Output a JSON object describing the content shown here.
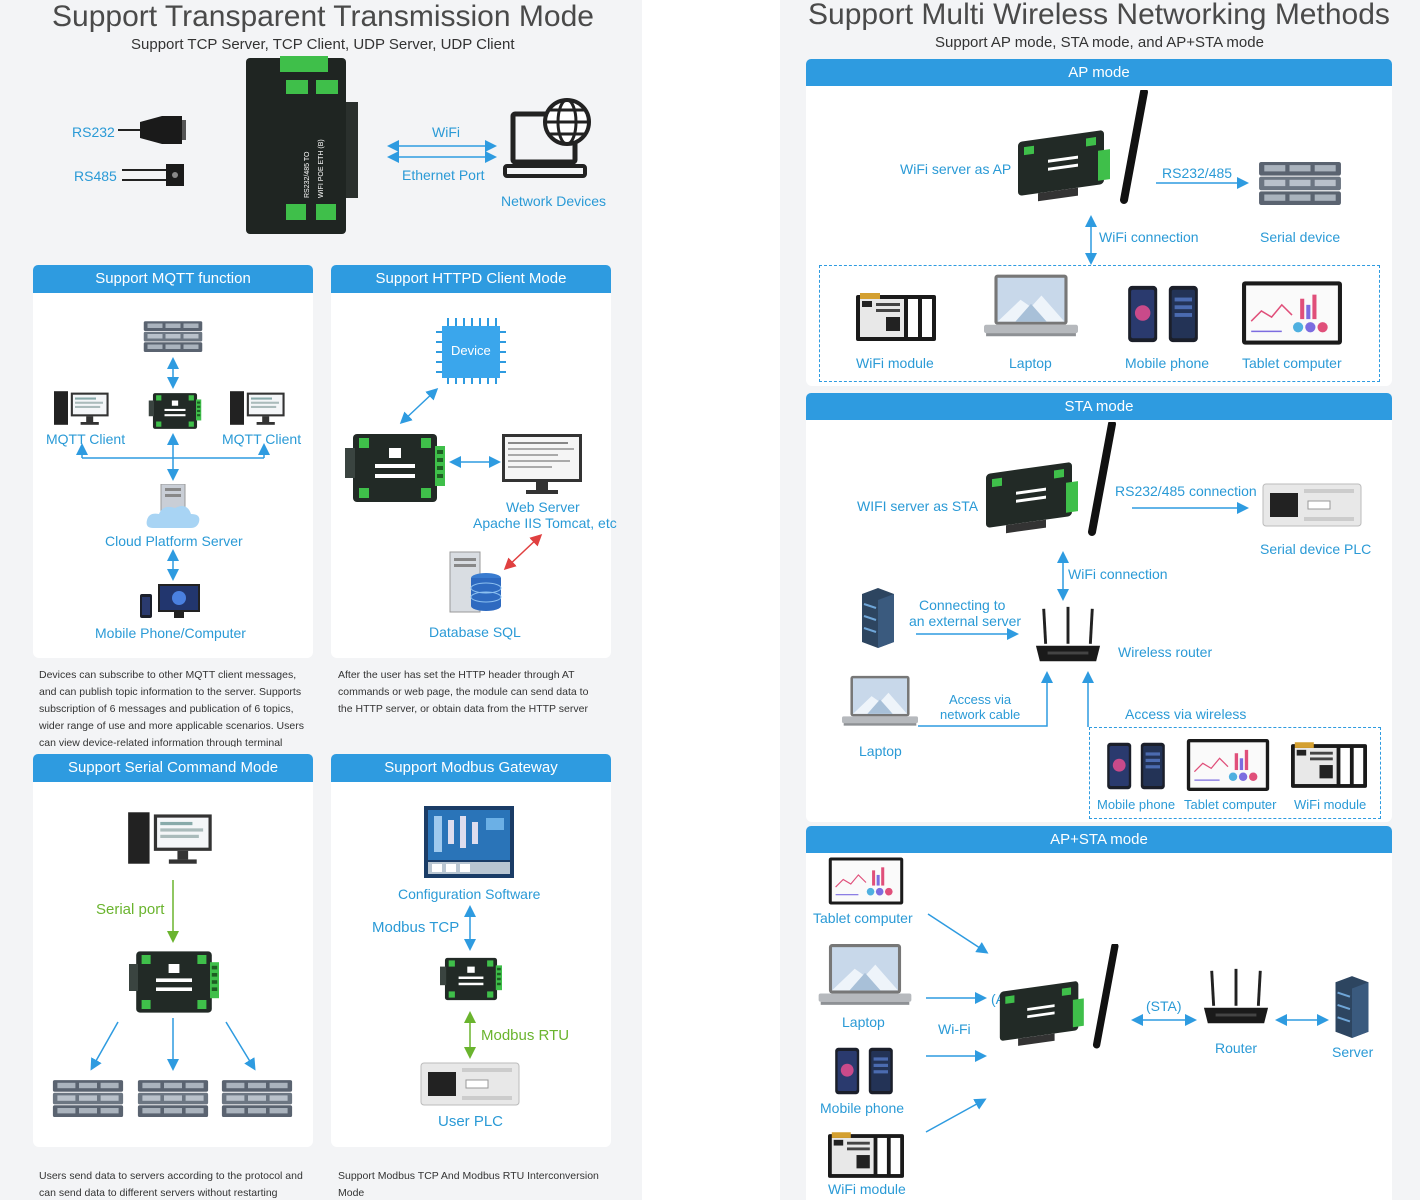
{
  "left": {
    "title": "Support Transparent Transmission Mode",
    "subtitle": "Support TCP Server, TCP Client, UDP Server, UDP Client",
    "rs232": "RS232",
    "rs485": "RS485",
    "wifi": "WiFi",
    "ethernet": "Ethernet Port",
    "network_devices": "Network Devices",
    "device_label_a": "RS232/485 TO",
    "device_label_b": "WIFI POE ETH (B)",
    "mqtt": {
      "title": "Support MQTT function",
      "client_left": "MQTT Client",
      "client_right": "MQTT Client",
      "cloud": "Cloud Platform Server",
      "mobile": "Mobile Phone/Computer",
      "desc": "Devices can subscribe to other MQTT client messages, and can publish topic information to the server. Supports subscription of 6 messages and publication of 6 topics, wider range of use and more applicable scenarios. Users can view device-related information through terminal"
    },
    "httpd": {
      "title": "Support HTTPD Client Mode",
      "device": "Device",
      "web_server": "Web Server",
      "web_server_sub": "Apache IIS Tomcat, etc",
      "database": "Database SQL",
      "desc": "After the user has set the HTTP header through AT commands or web page, the module can send data to the HTTP server, or obtain data from the HTTP server"
    },
    "serial": {
      "title": "Support Serial Command Mode",
      "serial_port": "Serial port",
      "desc": "Users send data to servers according to the protocol and can send data to different servers without restarting"
    },
    "modbus": {
      "title": "Support Modbus Gateway",
      "config": "Configuration Software",
      "tcp": "Modbus TCP",
      "rtu": "Modbus RTU",
      "plc": "User PLC",
      "desc": "Support Modbus TCP And Modbus RTU Interconversion Mode"
    }
  },
  "right": {
    "title": "Support Multi Wireless Networking Methods",
    "subtitle": "Support AP mode, STA mode, and AP+STA mode",
    "ap": {
      "title": "AP mode",
      "server": "WiFi server as AP",
      "rs": "RS232/485",
      "serial": "Serial device",
      "conn": "WiFi connection",
      "wifi_module": "WiFi module",
      "laptop": "Laptop",
      "mobile": "Mobile phone",
      "tablet": "Tablet computer"
    },
    "sta": {
      "title": "STA mode",
      "server": "WIFI server as STA",
      "rs": "RS232/485 connection",
      "plc": "Serial device PLC",
      "conn": "WiFi connection",
      "ext": "Connecting to",
      "ext2": "an external server",
      "router": "Wireless router",
      "cable": "Access via",
      "cable2": "network cable",
      "laptop": "Laptop",
      "wireless": "Access via wireless",
      "mobile": "Mobile phone",
      "tablet": "Tablet computer",
      "wifi_module": "WiFi module"
    },
    "apsta": {
      "title": "AP+STA mode",
      "tablet": "Tablet computer",
      "laptop": "Laptop",
      "wifi": "Wi-Fi",
      "ap": "(AP)",
      "sta": "(STA)",
      "router": "Router",
      "server": "Server",
      "mobile": "Mobile phone",
      "wifi_module": "WiFi module"
    }
  },
  "colors": {
    "accent": "#2e9be0",
    "green": "#6ab42e",
    "device": "#222a26",
    "device_green": "#3fbf4a"
  }
}
